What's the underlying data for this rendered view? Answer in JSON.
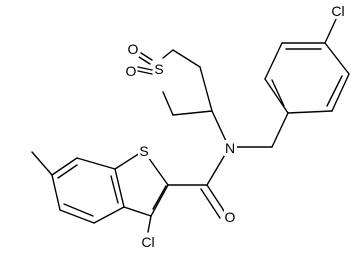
{
  "molecule": {
    "atoms": {
      "chloro_top": "Cl",
      "sulfone_S": "S",
      "sulfone_O1": "O",
      "sulfone_O2": "O",
      "amide_N": "N",
      "thiophene_S": "S",
      "amide_O": "O",
      "chloro_bottom": "Cl"
    },
    "colors": {
      "bond": "#000000",
      "label": "#000000",
      "background": "#ffffff"
    }
  }
}
